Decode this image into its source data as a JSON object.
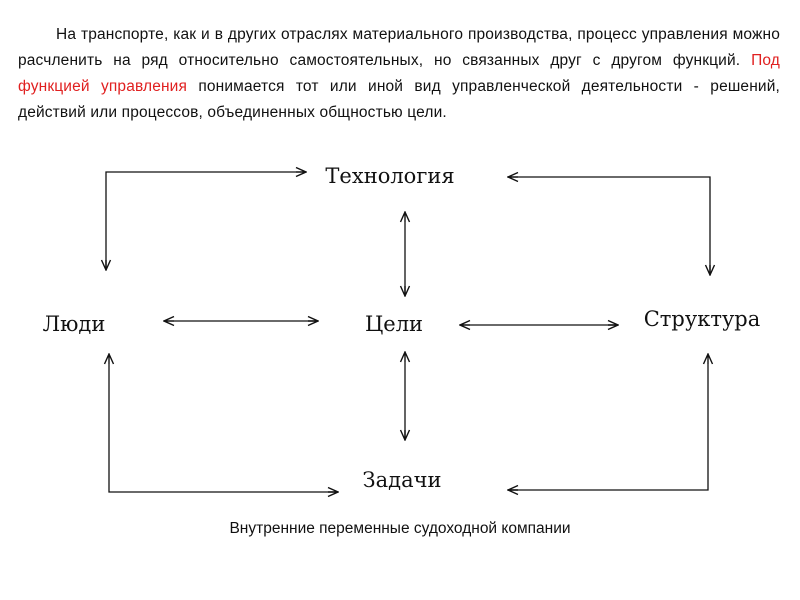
{
  "paragraph": {
    "part1": "На транспорте, как и в других отраслях материального производства, процесс управления можно расчленить на ряд относительно самостоятельных, но связанных друг с другом функций.",
    "highlight": "Под функцией управления",
    "part2": "понимается тот или иной вид управленческой деятельности - решений, действий или процессов, объединенных общностью цели.",
    "highlight_color": "#e02020"
  },
  "diagram": {
    "nodes": {
      "technology": "Технология",
      "people": "Люди",
      "goals": "Цели",
      "structure": "Структура",
      "tasks": "Задачи"
    }
  },
  "caption": "Внутренние переменные судоходной компании"
}
